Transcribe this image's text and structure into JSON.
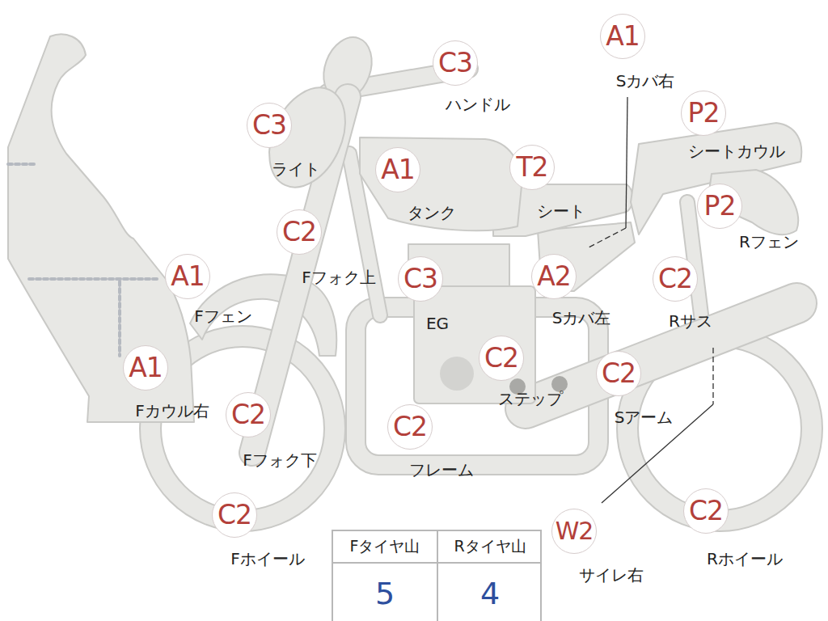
{
  "diagram": {
    "nodes": [
      {
        "text": [
          "A1",
          "Sカバ右"
        ]
      },
      {
        "text": [
          "C3",
          "ハンドル"
        ]
      },
      {
        "text": [
          "C3",
          "ライト"
        ]
      },
      {
        "text": [
          "P2",
          "シートカウル"
        ]
      },
      {
        "text": [
          "A1",
          "タンク"
        ]
      },
      {
        "text": [
          "T2",
          "シート"
        ]
      },
      {
        "text": [
          "P2",
          "Rフェン"
        ]
      },
      {
        "text": [
          "C2",
          "Fフォク上"
        ]
      },
      {
        "text": [
          "A1",
          "Fフェン"
        ]
      },
      {
        "text": [
          "C3",
          "EG"
        ]
      },
      {
        "text": [
          "A2",
          "Sカバ左"
        ]
      },
      {
        "text": [
          "C2",
          "Rサス"
        ]
      },
      {
        "text": [
          "C2",
          "ステップ"
        ]
      },
      {
        "text": [
          "A1",
          "Fカウル右"
        ]
      },
      {
        "text": [
          "C2",
          "Sアーム"
        ]
      },
      {
        "text": [
          "C2",
          "Fフォク下"
        ]
      },
      {
        "text": [
          "C2",
          "フレーム"
        ]
      },
      {
        "text": [
          "W2",
          "サイレ右"
        ]
      },
      {
        "text": [
          "C2",
          "Fホイール"
        ]
      },
      {
        "text": [
          "C2",
          "Rホイール"
        ]
      }
    ],
    "labels": [
      "Fタイヤ山",
      "Rタイヤ山",
      "5",
      "4"
    ]
  }
}
